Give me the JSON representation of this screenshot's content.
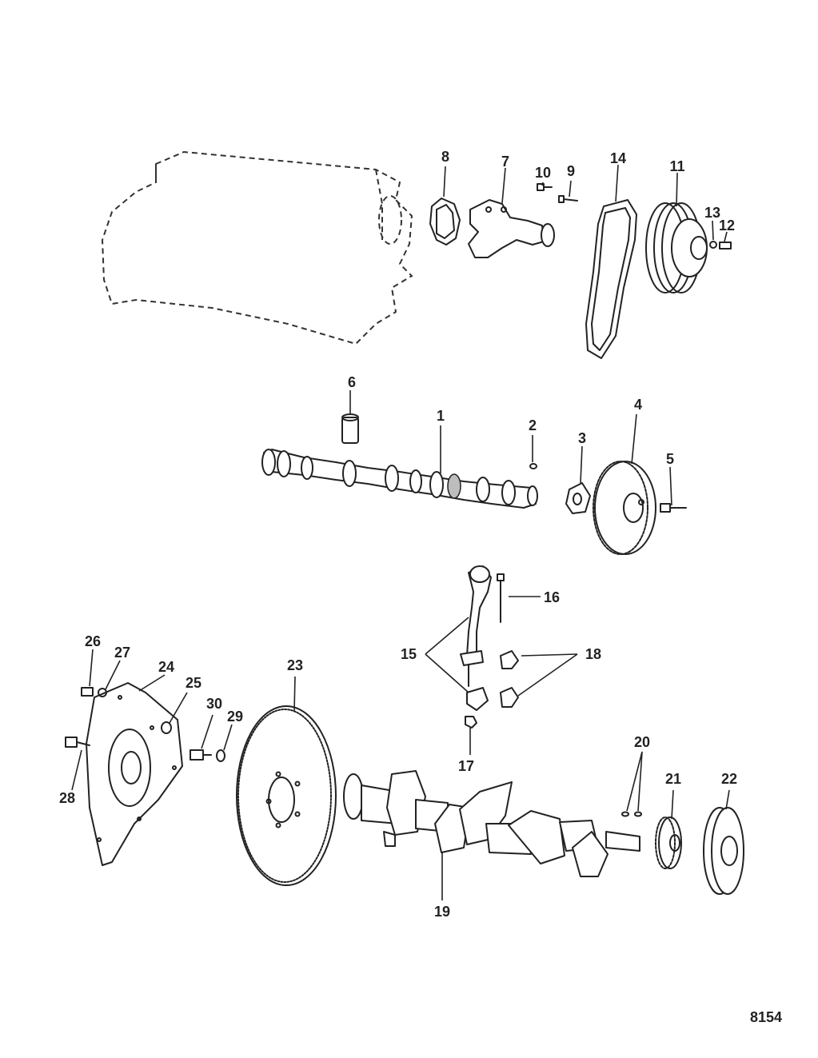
{
  "figure_id": "8154",
  "callouts": {
    "p1": "1",
    "p2": "2",
    "p3": "3",
    "p4": "4",
    "p5": "5",
    "p6": "6",
    "p7": "7",
    "p8": "8",
    "p9": "9",
    "p10": "10",
    "p11": "11",
    "p12": "12",
    "p13": "13",
    "p14": "14",
    "p15": "15",
    "p16": "16",
    "p17": "17",
    "p18": "18",
    "p19": "19",
    "p20": "20",
    "p21": "21",
    "p22": "22",
    "p23": "23",
    "p24": "24",
    "p25": "25",
    "p26": "26",
    "p27": "27",
    "p28": "28",
    "p29": "29",
    "p30": "30"
  }
}
